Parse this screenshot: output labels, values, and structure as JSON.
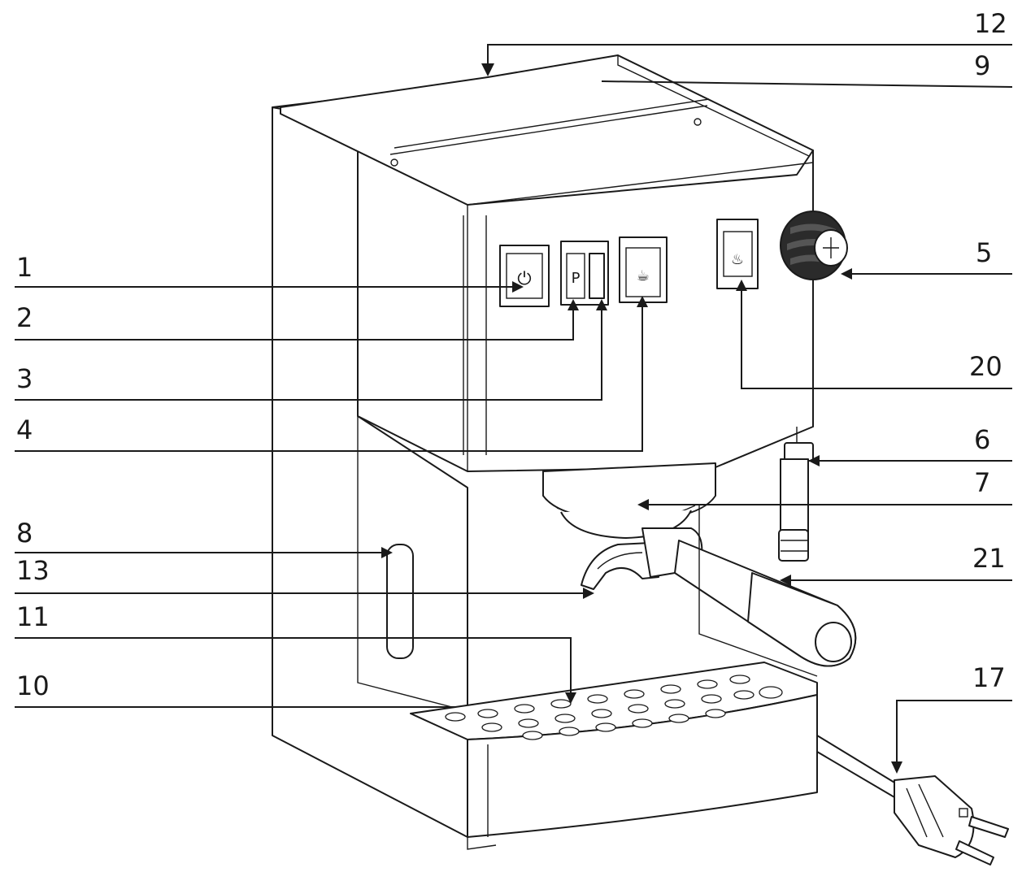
{
  "callouts": [
    {
      "id": "1",
      "label": "1"
    },
    {
      "id": "2",
      "label": "2"
    },
    {
      "id": "3",
      "label": "3"
    },
    {
      "id": "4",
      "label": "4"
    },
    {
      "id": "5",
      "label": "5"
    },
    {
      "id": "6",
      "label": "6"
    },
    {
      "id": "7",
      "label": "7"
    },
    {
      "id": "8",
      "label": "8"
    },
    {
      "id": "9",
      "label": "9"
    },
    {
      "id": "10",
      "label": "10"
    },
    {
      "id": "11",
      "label": "11"
    },
    {
      "id": "12",
      "label": "12"
    },
    {
      "id": "13",
      "label": "13"
    },
    {
      "id": "17",
      "label": "17"
    },
    {
      "id": "20",
      "label": "20"
    },
    {
      "id": "21",
      "label": "21"
    }
  ],
  "switch_glyphs": {
    "power": "⏻",
    "pump": "P",
    "coffee": "☕",
    "steam": "♨"
  }
}
